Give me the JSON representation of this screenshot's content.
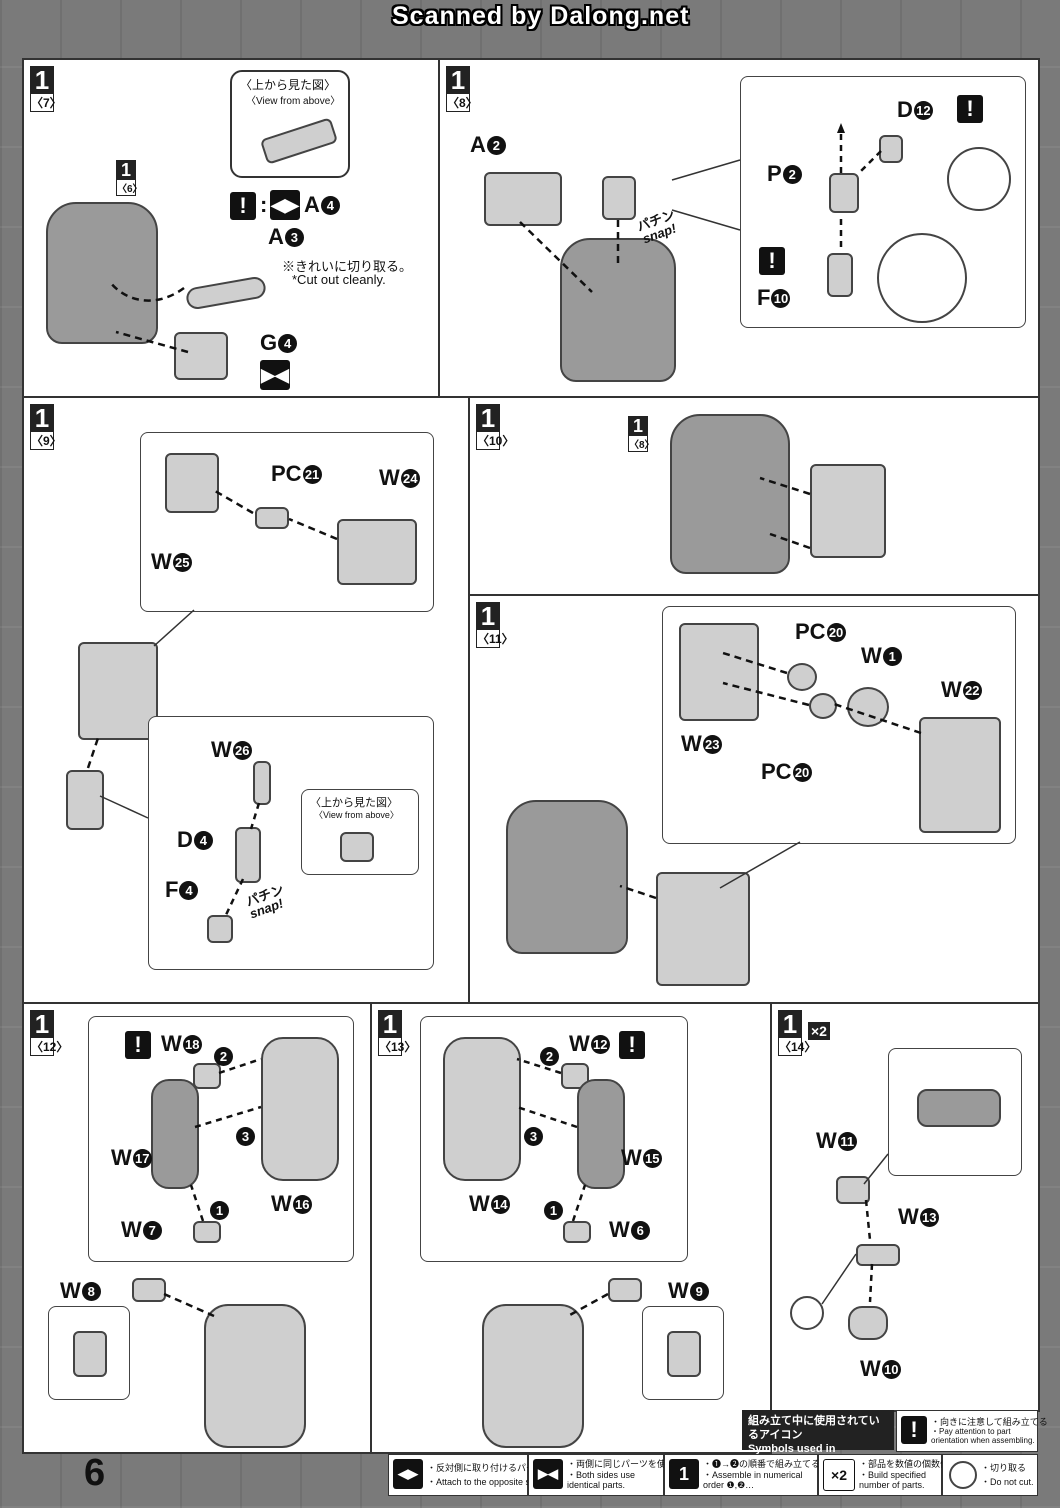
{
  "header": {
    "scan_title": "Scanned by Dalong.net"
  },
  "page_number": "6",
  "steps": {
    "s7": {
      "num": "1",
      "sub": "〈7〉",
      "ref_num": "1",
      "ref_sub": "〈6〉",
      "view_ja": "〈上から見た図〉",
      "view_en": "〈View from above〉",
      "a4": "A",
      "a4_n": "4",
      "a3": "A",
      "a3_n": "3",
      "cut_ja": "※きれいに切り取る。",
      "cut_en": "*Cut out cleanly.",
      "g4": "G",
      "g4_n": "4",
      "colon": ":"
    },
    "s8": {
      "num": "1",
      "sub": "〈8〉",
      "a2": "A",
      "a2_n": "2",
      "d12": "D",
      "d12_n": "12",
      "p2": "P",
      "p2_n": "2",
      "f10": "F",
      "f10_n": "10",
      "snap_ja": "パチン",
      "snap_en": "snap!"
    },
    "s9": {
      "num": "1",
      "sub": "〈9〉",
      "pc21": "PC",
      "pc21_n": "21",
      "w24": "W",
      "w24_n": "24",
      "w25": "W",
      "w25_n": "25",
      "w26": "W",
      "w26_n": "26",
      "d4": "D",
      "d4_n": "4",
      "f4": "F",
      "f4_n": "4",
      "view_ja": "〈上から見た図〉",
      "view_en": "〈View from above〉",
      "snap_ja": "パチン",
      "snap_en": "snap!"
    },
    "s10": {
      "num": "1",
      "sub": "〈10〉",
      "ref_num": "1",
      "ref_sub": "〈8〉"
    },
    "s11": {
      "num": "1",
      "sub": "〈11〉",
      "pc20a": "PC",
      "pc20a_n": "20",
      "w1": "W",
      "w1_n": "1",
      "w22": "W",
      "w22_n": "22",
      "w23": "W",
      "w23_n": "23",
      "pc20b": "PC",
      "pc20b_n": "20"
    },
    "s12": {
      "num": "1",
      "sub": "〈12〉",
      "w18": "W",
      "w18_n": "18",
      "w17": "W",
      "w17_n": "17",
      "w16": "W",
      "w16_n": "16",
      "w7": "W",
      "w7_n": "7",
      "w8": "W",
      "w8_n": "8",
      "o1": "1",
      "o2": "2",
      "o3": "3"
    },
    "s13": {
      "num": "1",
      "sub": "〈13〉",
      "w12": "W",
      "w12_n": "12",
      "w15": "W",
      "w15_n": "15",
      "w14": "W",
      "w14_n": "14",
      "w6": "W",
      "w6_n": "6",
      "w9": "W",
      "w9_n": "9",
      "o1": "1",
      "o2": "2",
      "o3": "3"
    },
    "s14": {
      "num": "1",
      "sub": "〈14〉",
      "x2": "×2",
      "w11": "W",
      "w11_n": "11",
      "w13": "W",
      "w13_n": "13",
      "w10": "W",
      "w10_n": "10"
    }
  },
  "legend": {
    "head_ja": "組み立て中に使用されているアイコン",
    "head_en": "Symbols used in instructions",
    "attention_ja": "・向きに注意して組み立てる",
    "attention_en": "・Pay attention to part orientation when assembling.",
    "opposite_ja": "・反対側に取り付けるパーツ",
    "opposite_en": "・Attach to the opposite side.",
    "both_ja": "・両側に同じパーツを使用",
    "both_en": "・Both sides use identical parts.",
    "order_ja": "・❶→❷の順番で組み立てる",
    "order_en": "・Assemble in numerical order ❶,❷…",
    "count_ja": "・部品を数値の個数作る",
    "count_en": "・Build specified number of parts.",
    "cut_ja": "・切り取る",
    "cut_en": "・Do not cut.",
    "x2": "×2",
    "warn": "!"
  }
}
